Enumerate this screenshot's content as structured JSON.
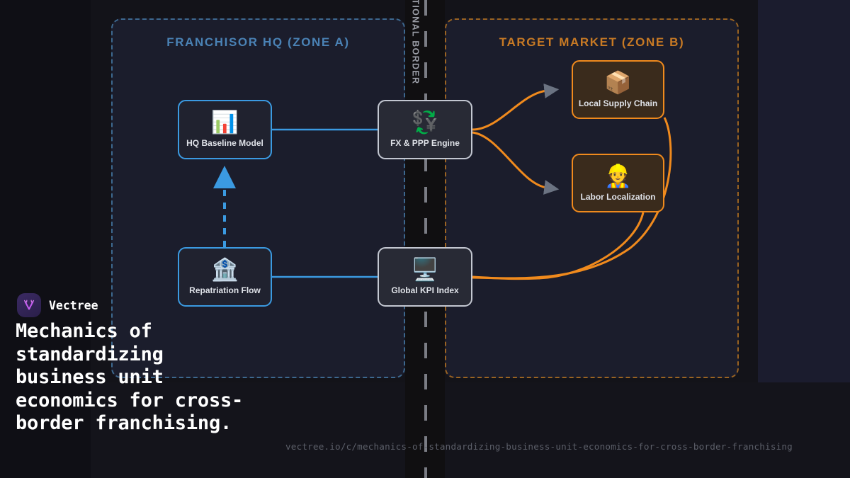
{
  "brand": {
    "name": "Vectree",
    "logo_icon": "vectree-logo-icon"
  },
  "headline": "Mechanics of standardizing business unit economics for cross-border franchising.",
  "url": "vectree.io/c/mechanics-of-standardizing-business-unit-economics-for-cross-border-franchising",
  "border": {
    "label": "NATIONAL BORDER"
  },
  "zones": [
    {
      "id": "zone-a",
      "title": "FRANCHISOR HQ (ZONE A)",
      "color": "#4a82b5"
    },
    {
      "id": "zone-b",
      "title": "TARGET MARKET (ZONE B)",
      "color": "#c87a24"
    }
  ],
  "nodes": [
    {
      "id": "hq-baseline-model",
      "label": "HQ Baseline Model",
      "icon": "bar-chart-icon",
      "glyph": "📊",
      "style": "blue"
    },
    {
      "id": "repatriation-flow",
      "label": "Repatriation Flow",
      "icon": "bank-icon",
      "glyph": "🏦",
      "style": "blue"
    },
    {
      "id": "fx-ppp-engine",
      "label": "FX & PPP Engine",
      "icon": "currency-exchange-icon",
      "glyph": "💱",
      "style": "gray"
    },
    {
      "id": "global-kpi-index",
      "label": "Global KPI Index",
      "icon": "desktop-computer-icon",
      "glyph": "🖥️",
      "style": "gray"
    },
    {
      "id": "local-supply-chain",
      "label": "Local Supply Chain",
      "icon": "package-box-icon",
      "glyph": "📦",
      "style": "orange"
    },
    {
      "id": "labor-localization",
      "label": "Labor Localization",
      "icon": "construction-worker-icon",
      "glyph": "👷",
      "style": "orange"
    }
  ],
  "colors": {
    "blue_edge": "#3b9ae1",
    "orange_edge": "#f08a1d",
    "arrowhead": "#6b7382",
    "border_dash": "#7b7d85",
    "canvas": "#131319"
  }
}
